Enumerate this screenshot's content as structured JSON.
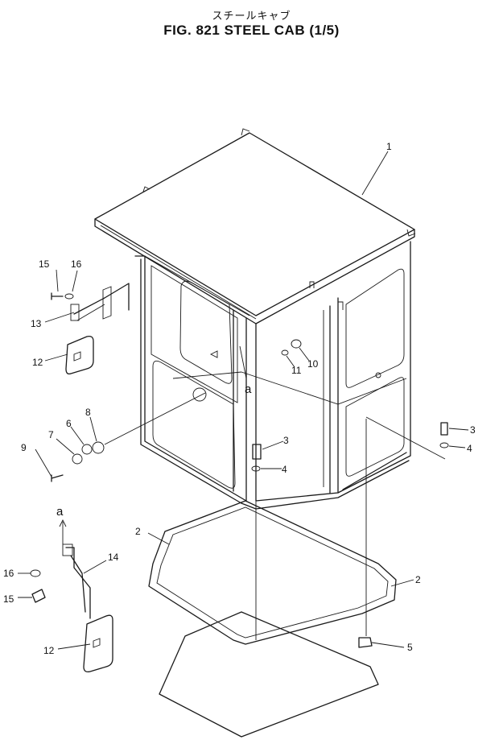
{
  "header": {
    "subtitle_jp": "スチールキャブ",
    "title": "FIG. 821  STEEL CAB (1/5)"
  },
  "callouts": {
    "c1": "1",
    "c2a": "2",
    "c2b": "2",
    "c3a": "3",
    "c3b": "3",
    "c4a": "4",
    "c4b": "4",
    "c5": "5",
    "c6": "6",
    "c7": "7",
    "c8": "8",
    "c9": "9",
    "c10": "10",
    "c11": "11",
    "c12a": "12",
    "c12b": "12",
    "c13": "13",
    "c14": "14",
    "c15a": "15",
    "c15b": "15",
    "c16a": "16",
    "c16b": "16"
  },
  "references": {
    "ref_a_top": "a",
    "ref_a_bottom": "a"
  }
}
